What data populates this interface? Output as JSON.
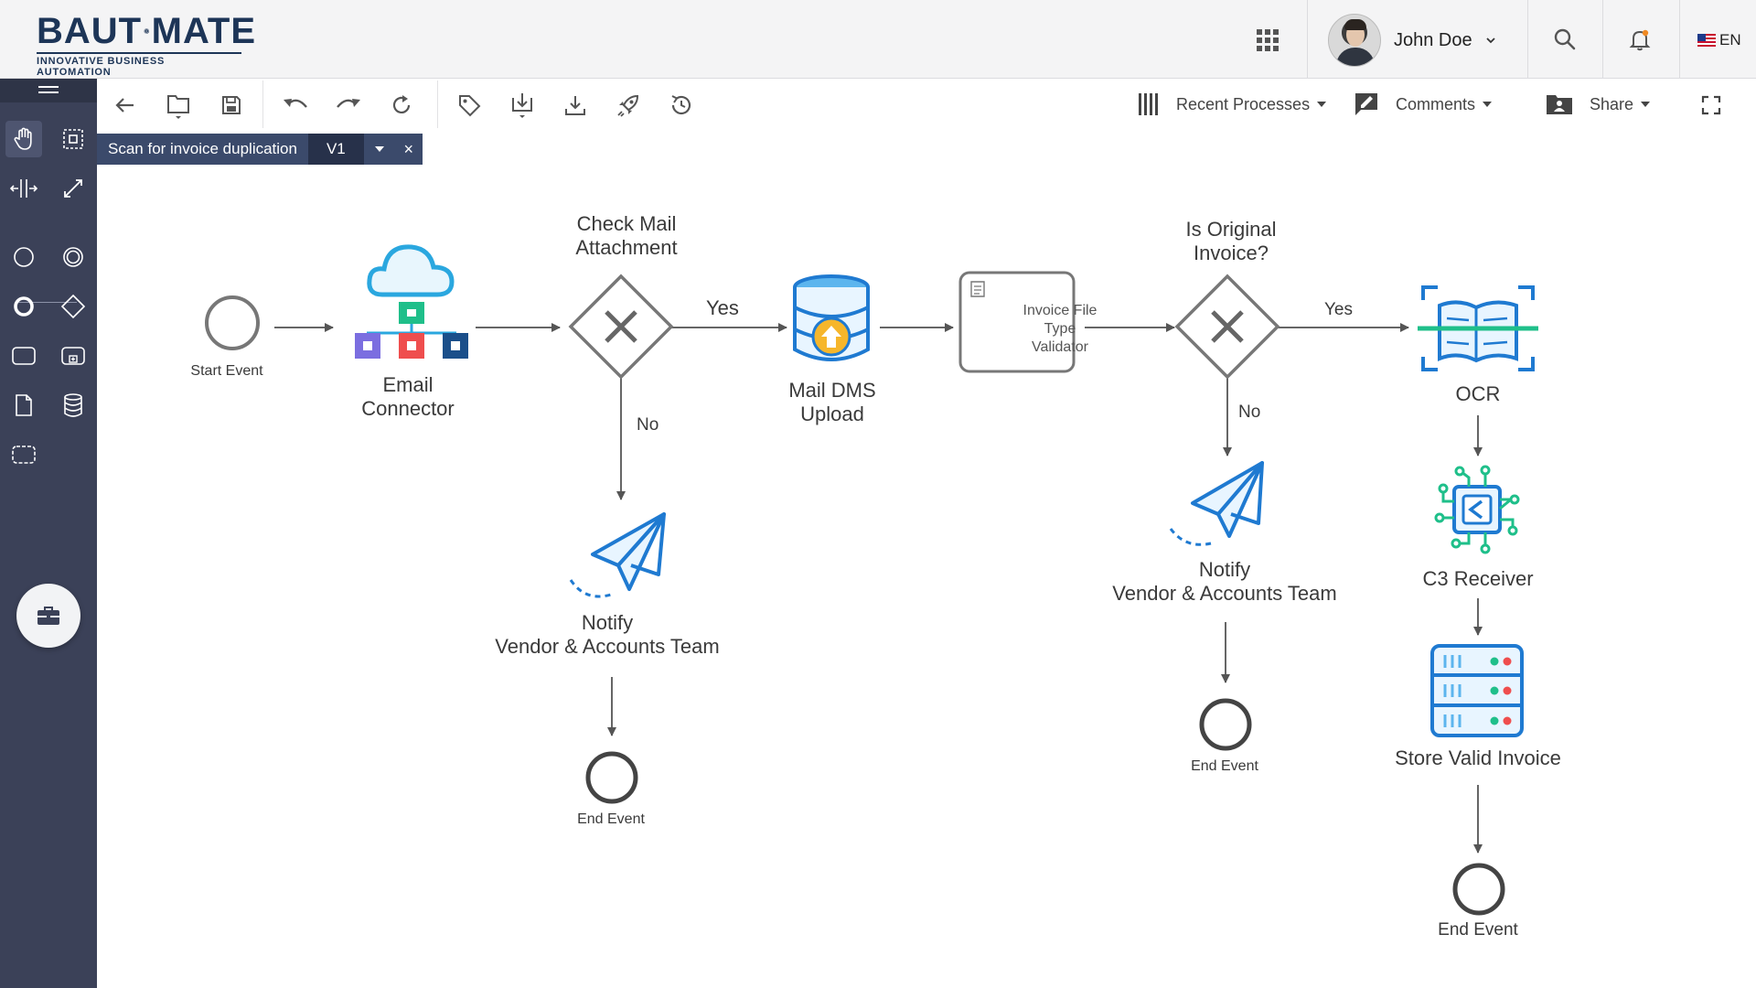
{
  "header": {
    "brand": {
      "prefix": "BAUT",
      "suffix": "MATE",
      "tagline": "INNOVATIVE BUSINESS AUTOMATION"
    },
    "user": {
      "name": "John Doe"
    },
    "language": "EN"
  },
  "toolbar": {
    "recent_processes": "Recent Processes",
    "comments": "Comments",
    "share": "Share"
  },
  "tab": {
    "name": "Scan for invoice duplication",
    "version": "V1",
    "close": "×"
  },
  "diagram": {
    "start_event": "Start Event",
    "email_connector": "Email\nConnector",
    "check_mail": "Check Mail\nAttachment",
    "yes_1": "Yes",
    "no_1": "No",
    "mail_dms": "Mail DMS\nUpload",
    "validator": "Invoice File\nType\nValidator",
    "is_original": "Is Original\nInvoice?",
    "yes_2": "Yes",
    "no_2": "No",
    "ocr": "OCR",
    "notify_1": "Notify\nVendor & Accounts Team",
    "notify_2": "Notify\nVendor & Accounts Team",
    "end_1": "End Event",
    "end_2": "End Event",
    "c3_receiver": "C3 Receiver",
    "store_valid": "Store Valid Invoice",
    "end_3": "End Event"
  },
  "colors": {
    "sidebar": "#3b4158",
    "tab": "#3b4a6b",
    "brand": "#1d3557",
    "icon_blue": "#1f7ad1",
    "icon_green": "#1fbf8a"
  }
}
